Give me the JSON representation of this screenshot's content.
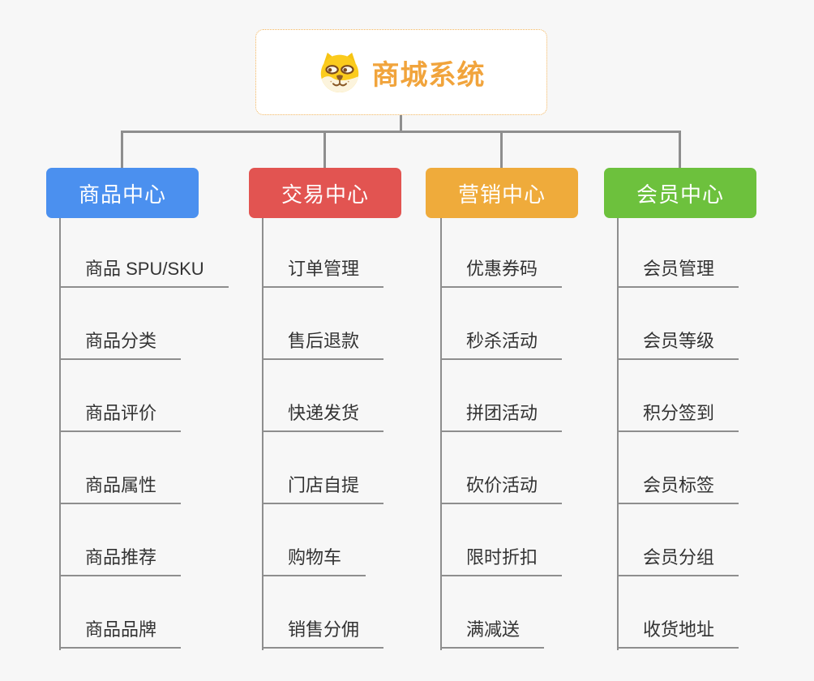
{
  "root": {
    "title": "商城系统",
    "icon": "dog-face-icon",
    "title_color": "#F1A43C",
    "border_color": "#F2B45C"
  },
  "connector_color": "#8E8E8E",
  "background_color": "#F7F7F7",
  "branches": [
    {
      "label": "商品中心",
      "color": "#4B90EF",
      "items": [
        "商品 SPU/SKU",
        "商品分类",
        "商品评价",
        "商品属性",
        "商品推荐",
        "商品品牌"
      ]
    },
    {
      "label": "交易中心",
      "color": "#E25451",
      "items": [
        "订单管理",
        "售后退款",
        "快递发货",
        "门店自提",
        "购物车",
        "销售分佣"
      ]
    },
    {
      "label": "营销中心",
      "color": "#EFAB3B",
      "items": [
        "优惠券码",
        "秒杀活动",
        "拼团活动",
        "砍价活动",
        "限时折扣",
        "满减送"
      ]
    },
    {
      "label": "会员中心",
      "color": "#6DC13D",
      "items": [
        "会员管理",
        "会员等级",
        "积分签到",
        "会员标签",
        "会员分组",
        "收货地址"
      ]
    }
  ]
}
